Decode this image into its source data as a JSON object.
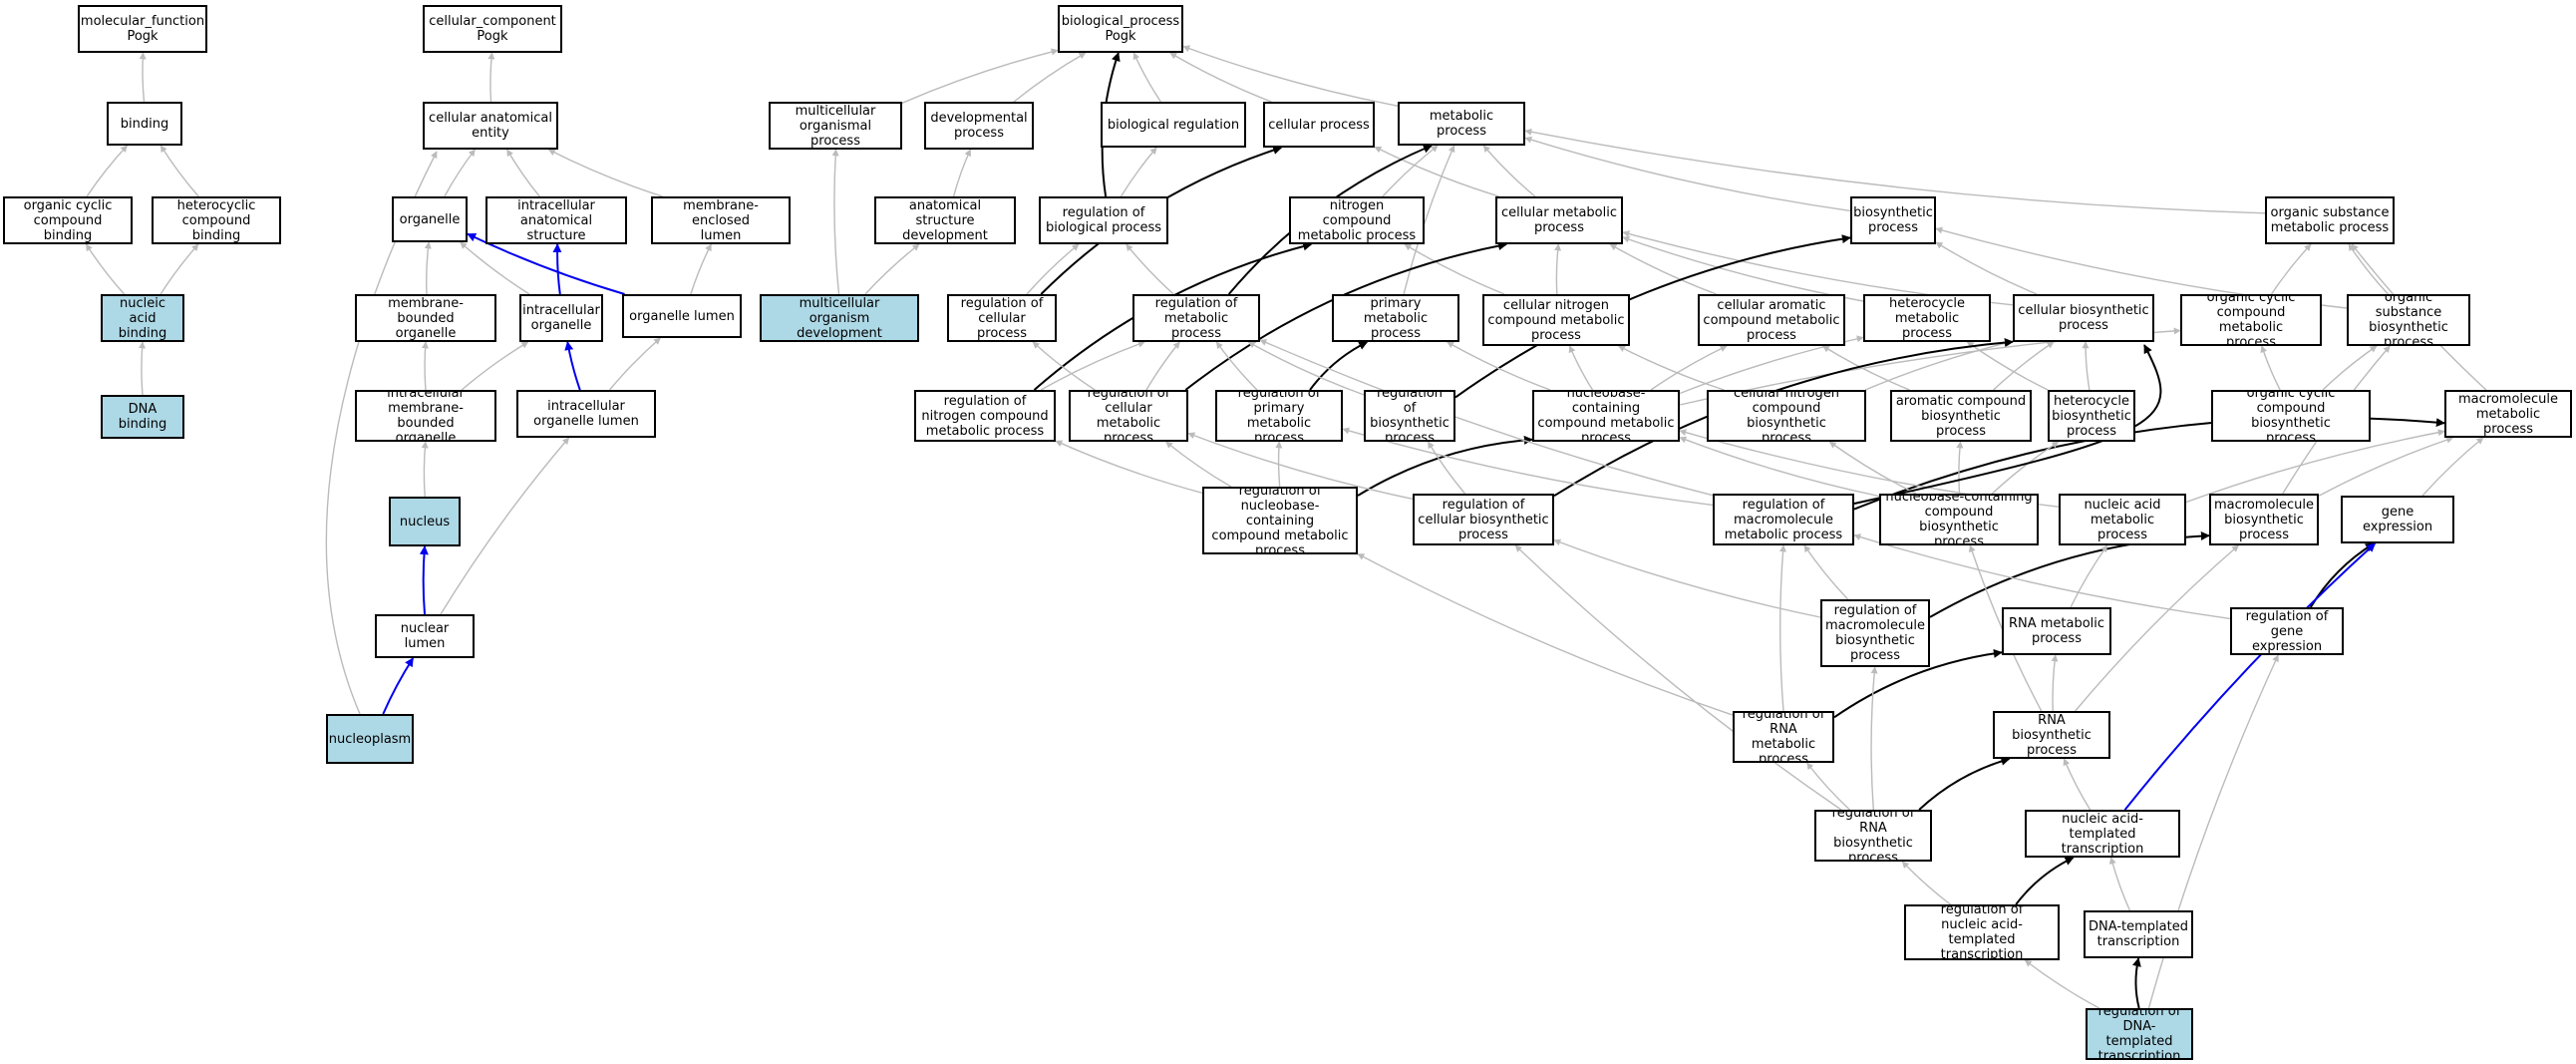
{
  "colors": {
    "plain": "#ffffff",
    "highlight": "#add8e6",
    "edge_gray": "#bbbbbb",
    "edge_black": "#000000",
    "edge_blue": "#0000ee"
  },
  "nodes": {
    "mf_root": "molecular_function\nPogk",
    "binding": "binding",
    "org_cyclic_binding": "organic cyclic\ncompound binding",
    "hetero_binding": "heterocyclic\ncompound binding",
    "na_binding": "nucleic acid\nbinding",
    "dna_binding": "DNA binding",
    "cc_root": "cellular_component\nPogk",
    "cae": "cellular anatomical\nentity",
    "organelle": "organelle",
    "ias": "intracellular\nanatomical structure",
    "mel": "membrane-enclosed\nlumen",
    "mbo": "membrane-bounded\norganelle",
    "io": "intracellular\norganelle",
    "ol": "organelle lumen",
    "imbo": "intracellular\nmembrane-bounded\norganelle",
    "iol": "intracellular\norganelle lumen",
    "nucleus": "nucleus",
    "nlumen": "nuclear lumen",
    "nucleoplasm": "nucleoplasm",
    "bp_root": "biological_process\nPogk",
    "mop": "multicellular\norganismal process",
    "devp": "developmental\nprocess",
    "bioreg": "biological regulation",
    "cellp": "cellular process",
    "metp": "metabolic process",
    "asd": "anatomical structure\ndevelopment",
    "rbp": "regulation of\nbiological process",
    "ncmp": "nitrogen compound\nmetabolic process",
    "cmp": "cellular metabolic\nprocess",
    "biosp": "biosynthetic\nprocess",
    "osmp": "organic substance\nmetabolic process",
    "mod": "multicellular\norganism development",
    "rcp": "regulation of\ncellular process",
    "rmp": "regulation of\nmetabolic process",
    "pmp": "primary metabolic\nprocess",
    "cncmp": "cellular nitrogen\ncompound metabolic\nprocess",
    "cacmp": "cellular aromatic\ncompound metabolic\nprocess",
    "hmp": "heterocycle\nmetabolic process",
    "cbp": "cellular biosynthetic\nprocess",
    "occmp": "organic cyclic\ncompound metabolic\nprocess",
    "osbp": "organic substance\nbiosynthetic\nprocess",
    "rncmp": "regulation of\nnitrogen compound\nmetabolic process",
    "rcmp": "regulation of\ncellular metabolic\nprocess",
    "rpmp": "regulation of\nprimary metabolic\nprocess",
    "rbiosp": "regulation of\nbiosynthetic\nprocess",
    "nbccmp": "nucleobase-containing\ncompound metabolic\nprocess",
    "cncbp": "cellular nitrogen\ncompound biosynthetic\nprocess",
    "acbp": "aromatic compound\nbiosynthetic\nprocess",
    "hbp": "heterocycle\nbiosynthetic\nprocess",
    "occbp": "organic cyclic\ncompound biosynthetic\nprocess",
    "mmp": "macromolecule\nmetabolic process",
    "rnbccmp": "regulation of\nnucleobase-containing\ncompound metabolic\nprocess",
    "rcbp": "regulation of\ncellular biosynthetic\nprocess",
    "rmmp": "regulation of\nmacromolecule\nmetabolic process",
    "nbccbp": "nucleobase-containing\ncompound biosynthetic\nprocess",
    "namp": "nucleic acid\nmetabolic process",
    "mbp": "macromolecule\nbiosynthetic\nprocess",
    "gexp": "gene expression",
    "rmbp": "regulation of\nmacromolecule\nbiosynthetic\nprocess",
    "rnamp": "RNA metabolic\nprocess",
    "rge": "regulation of\ngene expression",
    "rrmp": "regulation of\nRNA metabolic\nprocess",
    "rnabp": "RNA biosynthetic\nprocess",
    "rrbp": "regulation of\nRNA biosynthetic\nprocess",
    "natt": "nucleic acid-templated\ntranscription",
    "rnatt": "regulation of\nnucleic acid-templated\ntranscription",
    "dtt": "DNA-templated\ntranscription",
    "rdtt": "regulation of\nDNA-templated\ntranscription"
  }
}
